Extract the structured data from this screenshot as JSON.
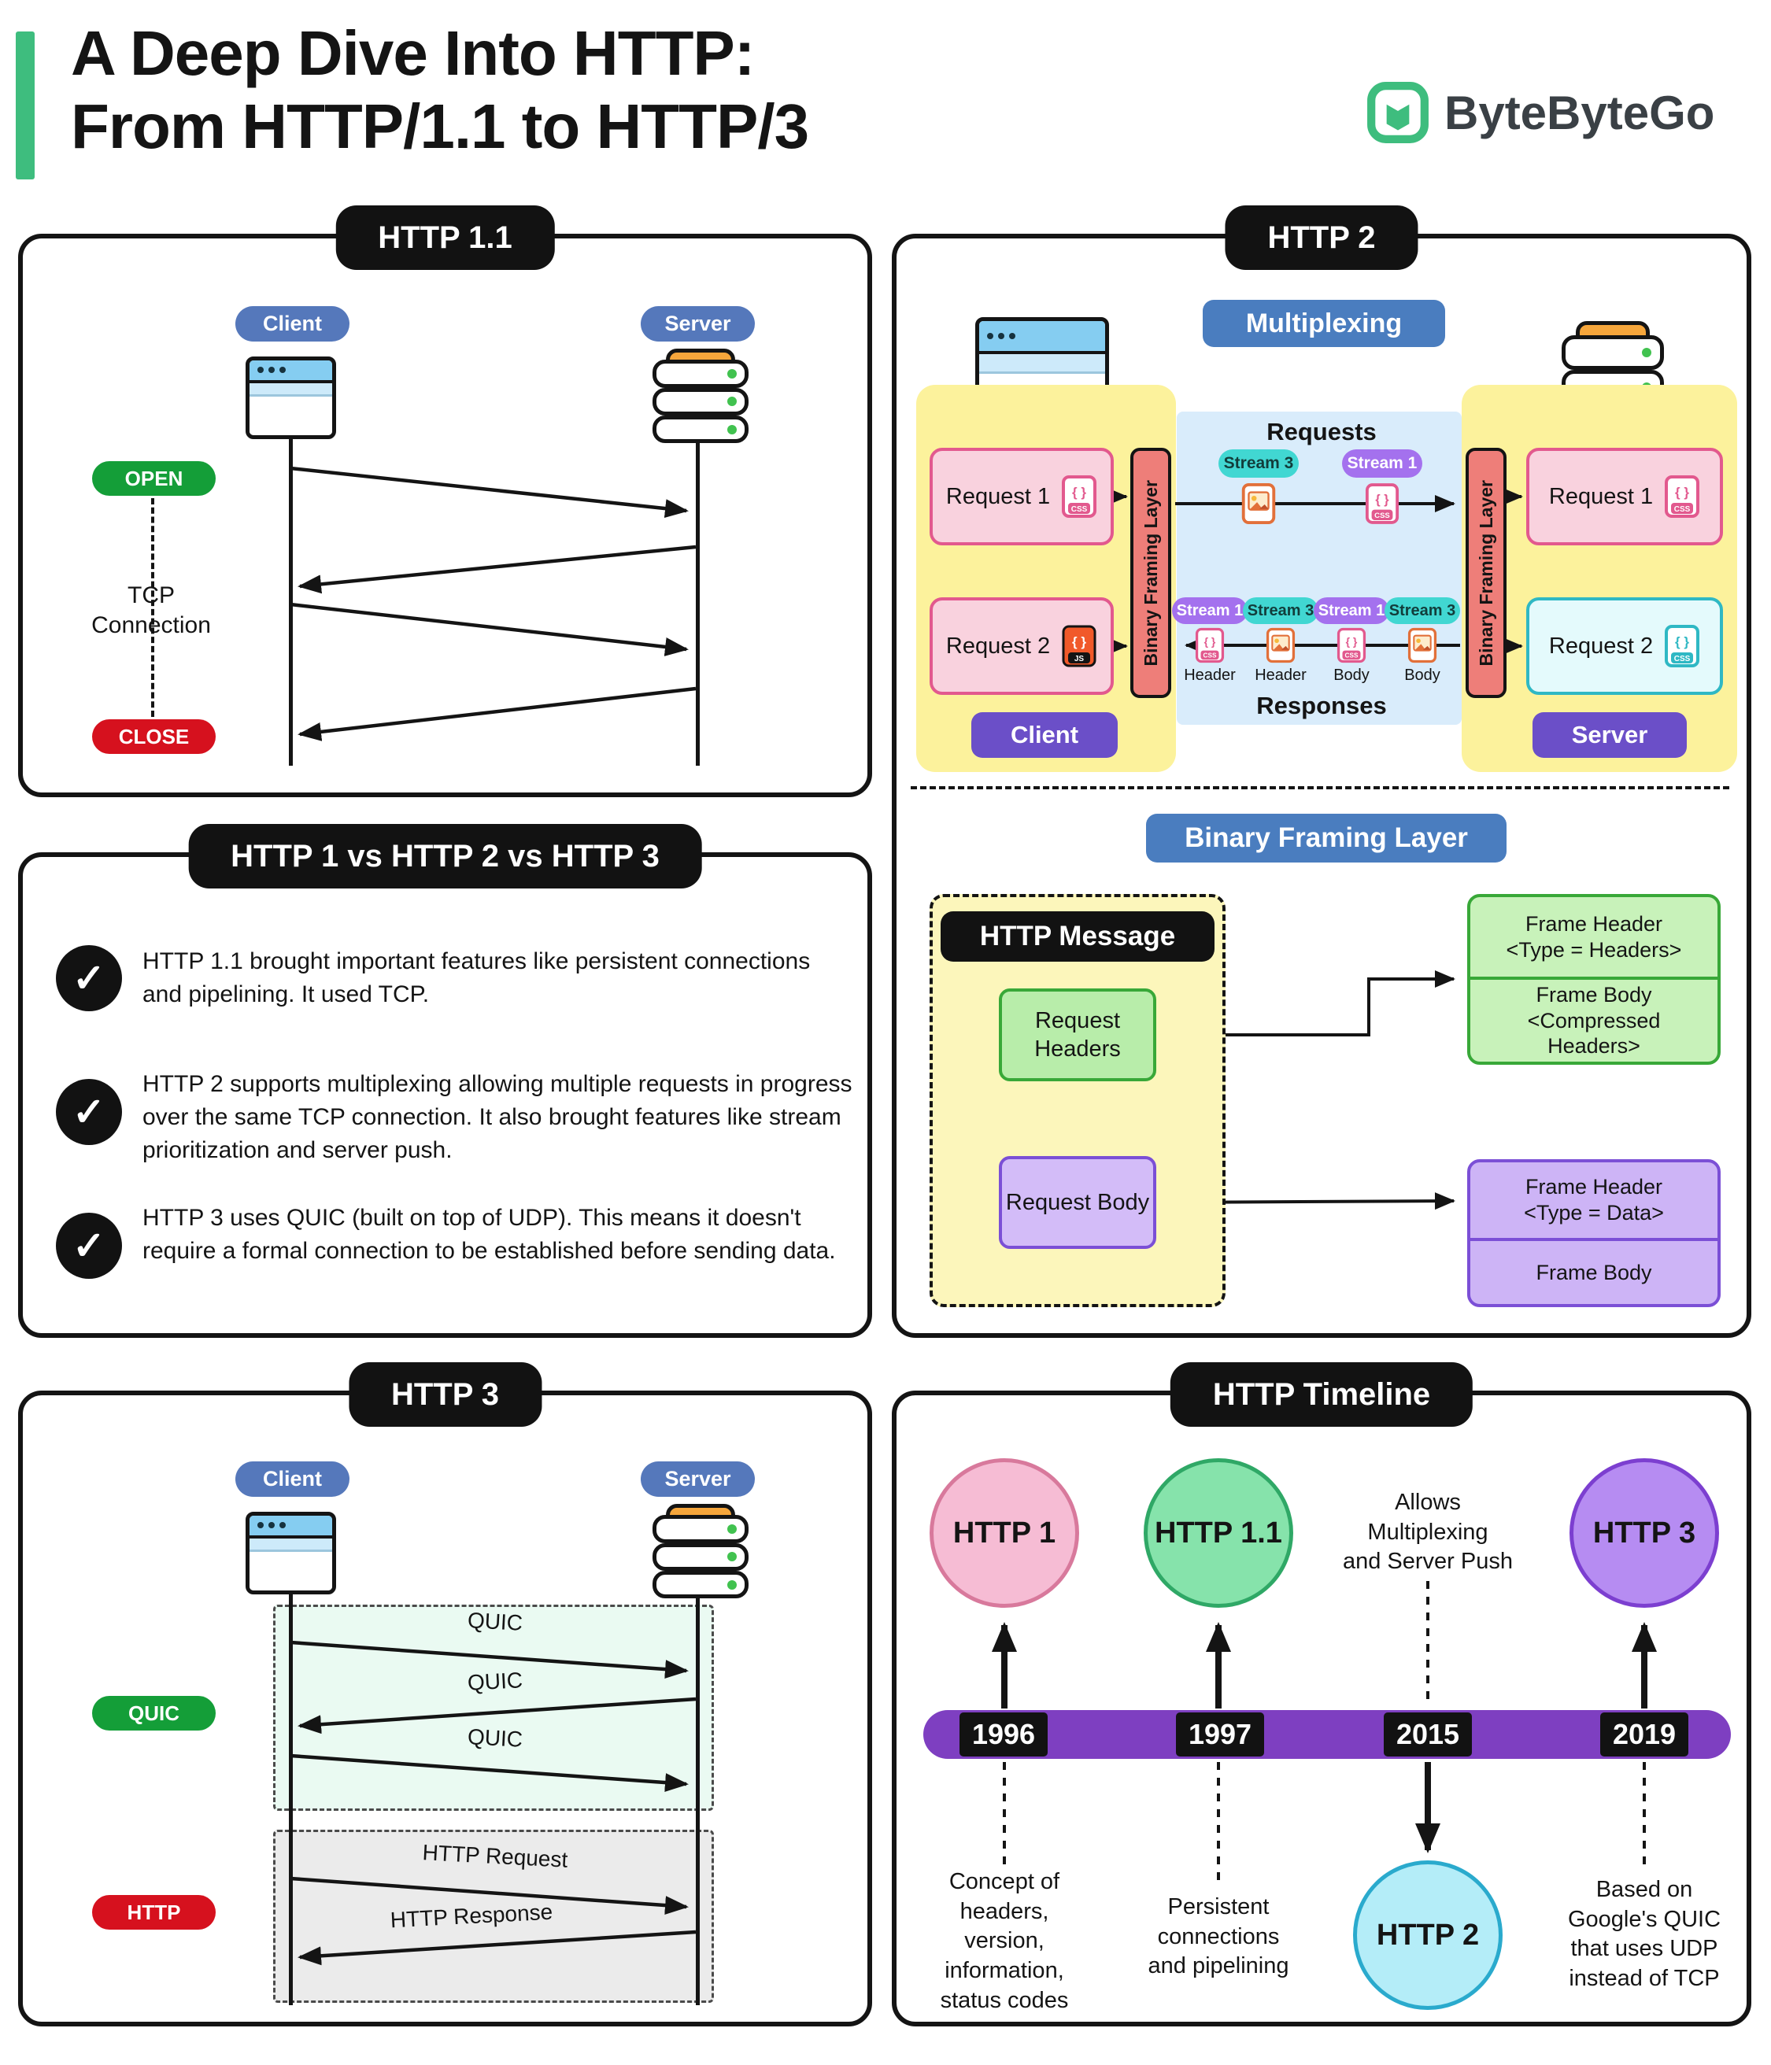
{
  "header": {
    "title": "A Deep Dive Into HTTP:\nFrom HTTP/1.1 to HTTP/3",
    "brand": "ByteByteGo"
  },
  "icons": {
    "braces": "{ }",
    "css_label": "CSS",
    "js_label": "JS"
  },
  "http11": {
    "title": "HTTP 1.1",
    "client": "Client",
    "server": "Server",
    "open": "OPEN",
    "close": "CLOSE",
    "tcp": "TCP\nConnection"
  },
  "comparison": {
    "title": "HTTP 1 vs HTTP 2 vs HTTP 3",
    "check": "✓",
    "bullets": [
      "HTTP 1.1 brought important features like persistent connections and pipelining. It used TCP.",
      "HTTP 2 supports multiplexing allowing multiple requests in progress over the same TCP connection. It also brought features like stream prioritization and server push.",
      "HTTP 3 uses QUIC (built on top of UDP). This means it doesn't require a formal connection to be established before sending data."
    ]
  },
  "http2": {
    "title": "HTTP 2",
    "multiplexing": "Multiplexing",
    "client": "Client",
    "server": "Server",
    "requests": "Requests",
    "responses": "Responses",
    "framing_bar": "Binary Framing Layer",
    "left_requests": [
      "Request 1",
      "Request 2"
    ],
    "right_requests": [
      "Request 1",
      "Request 2"
    ],
    "top_streams": [
      "Stream 3",
      "Stream 1"
    ],
    "bottom_streams": [
      {
        "label": "Stream 1",
        "sub": "Header"
      },
      {
        "label": "Stream 3",
        "sub": "Header"
      },
      {
        "label": "Stream 1",
        "sub": "Body"
      },
      {
        "label": "Stream 3",
        "sub": "Body"
      }
    ],
    "framing_section_title": "Binary Framing Layer",
    "http_message": "HTTP Message",
    "request_headers": "Request Headers",
    "request_body": "Request Body",
    "frame_header_headers": "Frame Header\n<Type = Headers>",
    "frame_body_compressed": "Frame Body\n<Compressed\nHeaders>",
    "frame_header_data": "Frame Header\n<Type = Data>",
    "frame_body": "Frame Body"
  },
  "http3": {
    "title": "HTTP 3",
    "client": "Client",
    "server": "Server",
    "quic_pill": "QUIC",
    "http_pill": "HTTP",
    "quic_arrow_label": "QUIC",
    "request": "HTTP Request",
    "response": "HTTP Response"
  },
  "timeline": {
    "title": "HTTP Timeline",
    "years": [
      "1996",
      "1997",
      "2015",
      "2019"
    ],
    "nodes": [
      "HTTP 1",
      "HTTP 1.1",
      "HTTP 2",
      "HTTP 3"
    ],
    "allows": "Allows\nMultiplexing\nand Server Push",
    "concept": "Concept of\nheaders,\nversion,\ninformation,\nstatus codes",
    "persistent": "Persistent\nconnections\nand pipelining",
    "quic_note": "Based on\nGoogle's QUIC\nthat uses UDP\ninstead of TCP"
  }
}
